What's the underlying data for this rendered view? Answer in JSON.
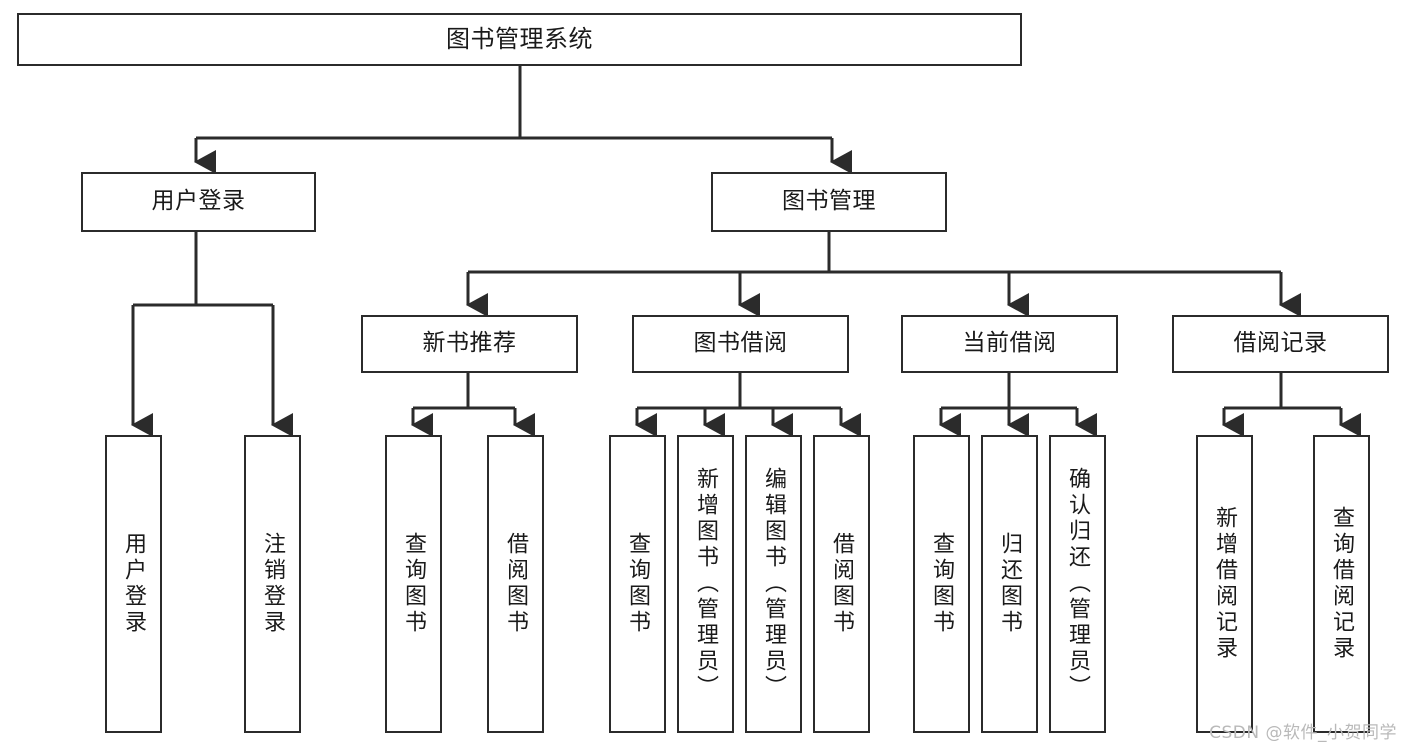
{
  "diagram": {
    "title": "图书管理系统",
    "type": "hierarchy-tree",
    "root": {
      "label": "图书管理系统"
    },
    "tier2": [
      {
        "label": "用户登录"
      },
      {
        "label": "图书管理"
      }
    ],
    "tier3": [
      {
        "label": "新书推荐"
      },
      {
        "label": "图书借阅"
      },
      {
        "label": "当前借阅"
      },
      {
        "label": "借阅记录"
      }
    ],
    "leaves": [
      {
        "label": "用户登录"
      },
      {
        "label": "注销登录"
      },
      {
        "label": "查询图书"
      },
      {
        "label": "借阅图书"
      },
      {
        "label": "查询图书"
      },
      {
        "label": "新增图书（管理员）"
      },
      {
        "label": "编辑图书（管理员）"
      },
      {
        "label": "借阅图书"
      },
      {
        "label": "查询图书"
      },
      {
        "label": "归还图书"
      },
      {
        "label": "确认归还（管理员）"
      },
      {
        "label": "新增借阅记录"
      },
      {
        "label": "查询借阅记录"
      }
    ]
  },
  "watermark": {
    "text": "CSDN @软件_小贺同学"
  },
  "colors": {
    "stroke": "#2b2b2b",
    "background": "#ffffff",
    "text": "#1a1a1a",
    "watermark": "#b9b9b9"
  }
}
